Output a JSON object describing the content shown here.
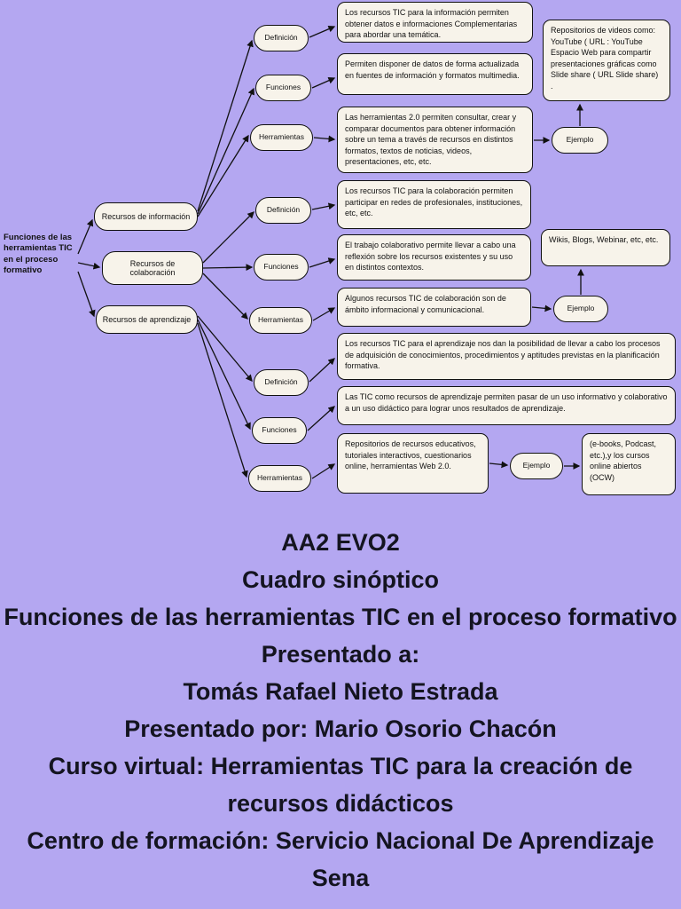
{
  "colors": {
    "background": "#b4a7f1",
    "box_fill": "#f7f3ea",
    "line": "#111111"
  },
  "diagram": {
    "root_label": "Funciones de las herramientas TIC en el proceso formativo",
    "branches": [
      {
        "label": "Recursos de información",
        "nodes": {
          "definicion": "Definición",
          "funciones": "Funciones",
          "herramientas": "Herramientas",
          "ejemplo": "Ejemplo"
        },
        "texts": {
          "definicion": "Los recursos TIC para la información permiten obtener datos e informaciones Complementarias para abordar una temática.",
          "funciones": "Permiten disponer de datos de forma actualizada en fuentes de información y formatos multimedia.",
          "herramientas": "Las herramientas 2.0 permiten consultar, crear y comparar documentos para obtener información sobre un tema a través de recursos en distintos formatos, textos de noticias, videos, presentaciones, etc, etc.",
          "ejemplo": "Repositorios de videos como: YouTube ( URL : YouTube Espacio Web para compartir presentaciones gráficas como Slide share ( URL Slide share) ."
        }
      },
      {
        "label": "Recursos de colaboración",
        "nodes": {
          "definicion": "Definición",
          "funciones": "Funciones",
          "herramientas": "Herramientas",
          "ejemplo": "Ejemplo"
        },
        "texts": {
          "definicion": "Los recursos TIC para la colaboración permiten participar en redes de profesionales, instituciones, etc, etc.",
          "funciones": "El trabajo colaborativo permite llevar a cabo una reflexión sobre los recursos existentes y su uso en distintos contextos.",
          "herramientas": "Algunos recursos TIC de colaboración son de ámbito informacional  y comunicacional.",
          "ejemplo": "Wikis, Blogs, Webinar, etc, etc."
        }
      },
      {
        "label": "Recursos de aprendizaje",
        "nodes": {
          "definicion": "Definición",
          "funciones": "Funciones",
          "herramientas": "Herramientas",
          "ejemplo": "Ejemplo"
        },
        "texts": {
          "definicion": "Los recursos TIC para el aprendizaje nos dan la posibilidad de llevar a cabo los procesos de adquisición de conocimientos, procedimientos y aptitudes previstas en la planificación formativa.",
          "funciones": "Las TIC como recursos de aprendizaje permiten pasar de un uso informativo y colaborativo a un uso didáctico para lograr unos resultados de aprendizaje.",
          "herramientas": "Repositorios de recursos educativos, tutoriales interactivos, cuestionarios online, herramientas Web 2.0.",
          "ejemplo": "(e-books, Podcast, etc.),y los cursos online abiertos (OCW)"
        }
      }
    ]
  },
  "footer": {
    "lines": [
      "AA2 EVO2",
      "Cuadro sinóptico",
      "Funciones de las herramientas TIC en el proceso formativo",
      "Presentado a:",
      "Tomás Rafael Nieto Estrada",
      "Presentado por: Mario Osorio Chacón",
      "Curso virtual: Herramientas TIC para la creación de recursos didácticos",
      "Centro de formación: Servicio Nacional De Aprendizaje Sena"
    ]
  }
}
